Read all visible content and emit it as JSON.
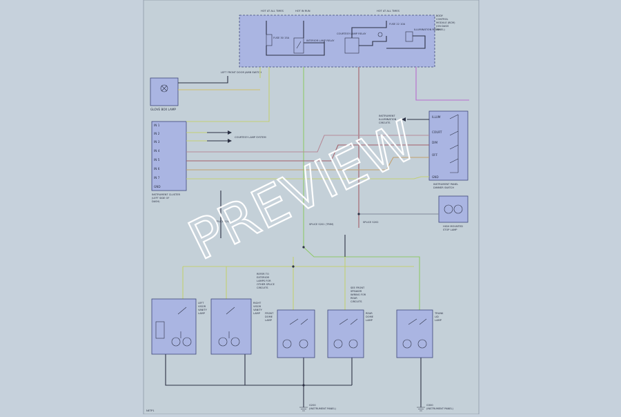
{
  "watermark": "PREVIEW",
  "footer": "NETP1",
  "colors": {
    "sheet_bg": "#c4d0d8",
    "module_fill": "#aab5e2",
    "wire_green_yellow": "#c3cf73",
    "wire_violet": "#b86cce",
    "wire_red": "#a35e68"
  },
  "top_module": {
    "caption": [
      "BODY",
      "CONTROL",
      "MODULE (BCM)",
      "(ON DASH",
      "PANEL)"
    ],
    "supply_1": "HOT AT ALL TIMES",
    "supply_2": "HOT IN RUN",
    "supply_3": "HOT AT ALL TIMES",
    "fuse_1": "FUSE 30 15A",
    "fuse_2": "FUSE 22 10A",
    "relay_1": "INTERIOR LAMP RELAY",
    "relay_2": "COURTESY LAMP RELAY",
    "relay_3": "ILLUMINATION RELAY"
  },
  "left_top": {
    "lamp": "GLOVE BOX LAMP",
    "switch_note": "LEFT FRONT DOOR JAMB SWITCH"
  },
  "left_module": {
    "caption": [
      "INSTRUMENT CLUSTER",
      "(LEFT SIDE OF",
      "DASH)"
    ],
    "pins": [
      "IN 1",
      "IN 2",
      "IN 3",
      "IN 4",
      "IN 5",
      "IN 6",
      "IN 7",
      "GND"
    ],
    "note": "COURTESY LAMP SYSTEM"
  },
  "right_module": {
    "caption": [
      "INSTRUMENT PANEL",
      "DIMMER SWITCH"
    ],
    "side_note": [
      "INSTRUMENT",
      "ILLUMINATION",
      "CIRCUITS"
    ],
    "pins": [
      "ILLUM",
      "COURT",
      "DIM",
      "OFF",
      "GND"
    ]
  },
  "trunk_lamp": {
    "caption": [
      "HIGH MOUNTED",
      "STOP LAMP"
    ]
  },
  "splices": {
    "s1": "SPLICE S201 (TRIM)",
    "s2": "SPLICE S202",
    "s3": "SPLICE S203",
    "note_1": [
      "REFER TO",
      "EXTERIOR",
      "LAMPS FOR",
      "OTHER SPLICE",
      "CIRCUITS"
    ],
    "note_2": [
      "SEE FRONT",
      "SPEAKER",
      "WIRING FOR",
      "REAR",
      "CIRCUITS"
    ]
  },
  "bottom_lamps": [
    {
      "caption": [
        "LEFT",
        "VISOR",
        "VANITY",
        "LAMP"
      ]
    },
    {
      "caption": [
        "RIGHT",
        "VISOR",
        "VANITY",
        "LAMP"
      ]
    },
    {
      "caption": [
        "FRONT",
        "DOME",
        "LAMP"
      ]
    },
    {
      "caption": [
        "REAR",
        "DOME",
        "LAMP"
      ]
    },
    {
      "caption": [
        "TRUNK",
        "LID",
        "LAMP"
      ]
    }
  ],
  "grounds": {
    "g1": [
      "G200",
      "(INSTRUMENT PANEL)"
    ],
    "g2": [
      "G300",
      "(INSTRUMENT PANEL)"
    ]
  }
}
